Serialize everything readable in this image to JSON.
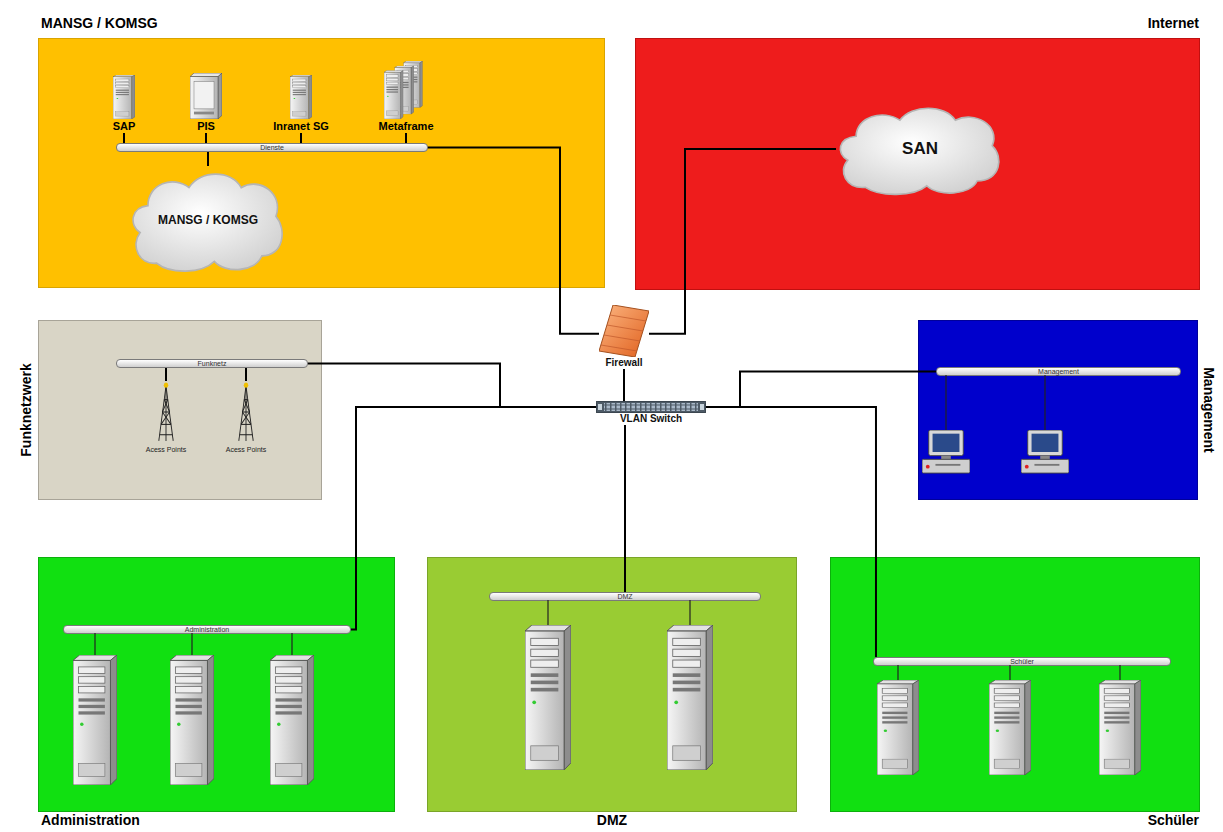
{
  "diagram": {
    "nodes": [
      {
        "text": [
          "MANSG / KOMSG"
        ]
      },
      {
        "text": [
          "Dienste"
        ],
        "in": 0
      },
      {
        "text": [
          "SAP"
        ],
        "in": 0
      },
      {
        "text": [
          "PIS"
        ],
        "in": 0
      },
      {
        "text": [
          "Inranet SG"
        ],
        "in": 0
      },
      {
        "text": [
          "Metaframe"
        ],
        "in": 0
      },
      {
        "text": [
          "MANSG / KOMSG"
        ],
        "in": 0
      },
      {
        "text": [
          "Internet"
        ]
      },
      {
        "text": [
          "SAN"
        ],
        "in": 7
      },
      {
        "text": [
          "Funknetzwerk"
        ]
      },
      {
        "text": [
          "Funknetz"
        ],
        "in": 9
      },
      {
        "text": [
          "Acess Points"
        ],
        "in": 9
      },
      {
        "text": [
          "Acess Points"
        ],
        "in": 9
      },
      {
        "text": [
          "Firewall"
        ]
      },
      {
        "text": [
          "VLAN Switch"
        ]
      },
      {
        "text": [
          "Management"
        ]
      },
      {
        "text": [
          "Management"
        ],
        "in": 15
      },
      {
        "text": [
          "Administration"
        ]
      },
      {
        "text": [
          "Administration"
        ],
        "in": 17
      },
      {
        "text": [
          "DMZ"
        ]
      },
      {
        "text": [
          "DMZ"
        ],
        "in": 19
      },
      {
        "text": [
          "Schüler"
        ]
      },
      {
        "text": [
          "Schüler"
        ],
        "in": 21
      }
    ],
    "edges": [
      {
        "from": 1,
        "to": 2,
        "arrow": "none"
      },
      {
        "from": 1,
        "to": 3,
        "arrow": "none"
      },
      {
        "from": 1,
        "to": 4,
        "arrow": "none"
      },
      {
        "from": 1,
        "to": 5,
        "arrow": "none"
      },
      {
        "from": 1,
        "to": 6,
        "arrow": "none"
      },
      {
        "from": 1,
        "to": 13,
        "arrow": "none"
      },
      {
        "from": 13,
        "to": 8,
        "arrow": "none"
      },
      {
        "from": 10,
        "to": 11,
        "arrow": "none"
      },
      {
        "from": 10,
        "to": 12,
        "arrow": "none"
      },
      {
        "from": 10,
        "to": 14,
        "arrow": "none"
      },
      {
        "from": 13,
        "to": 14,
        "arrow": "none"
      },
      {
        "from": 16,
        "to": 14,
        "arrow": "none"
      },
      {
        "from": 18,
        "to": 14,
        "arrow": "none"
      },
      {
        "from": 20,
        "to": 14,
        "arrow": "none"
      },
      {
        "from": 14,
        "to": 22,
        "arrow": "none"
      }
    ]
  }
}
